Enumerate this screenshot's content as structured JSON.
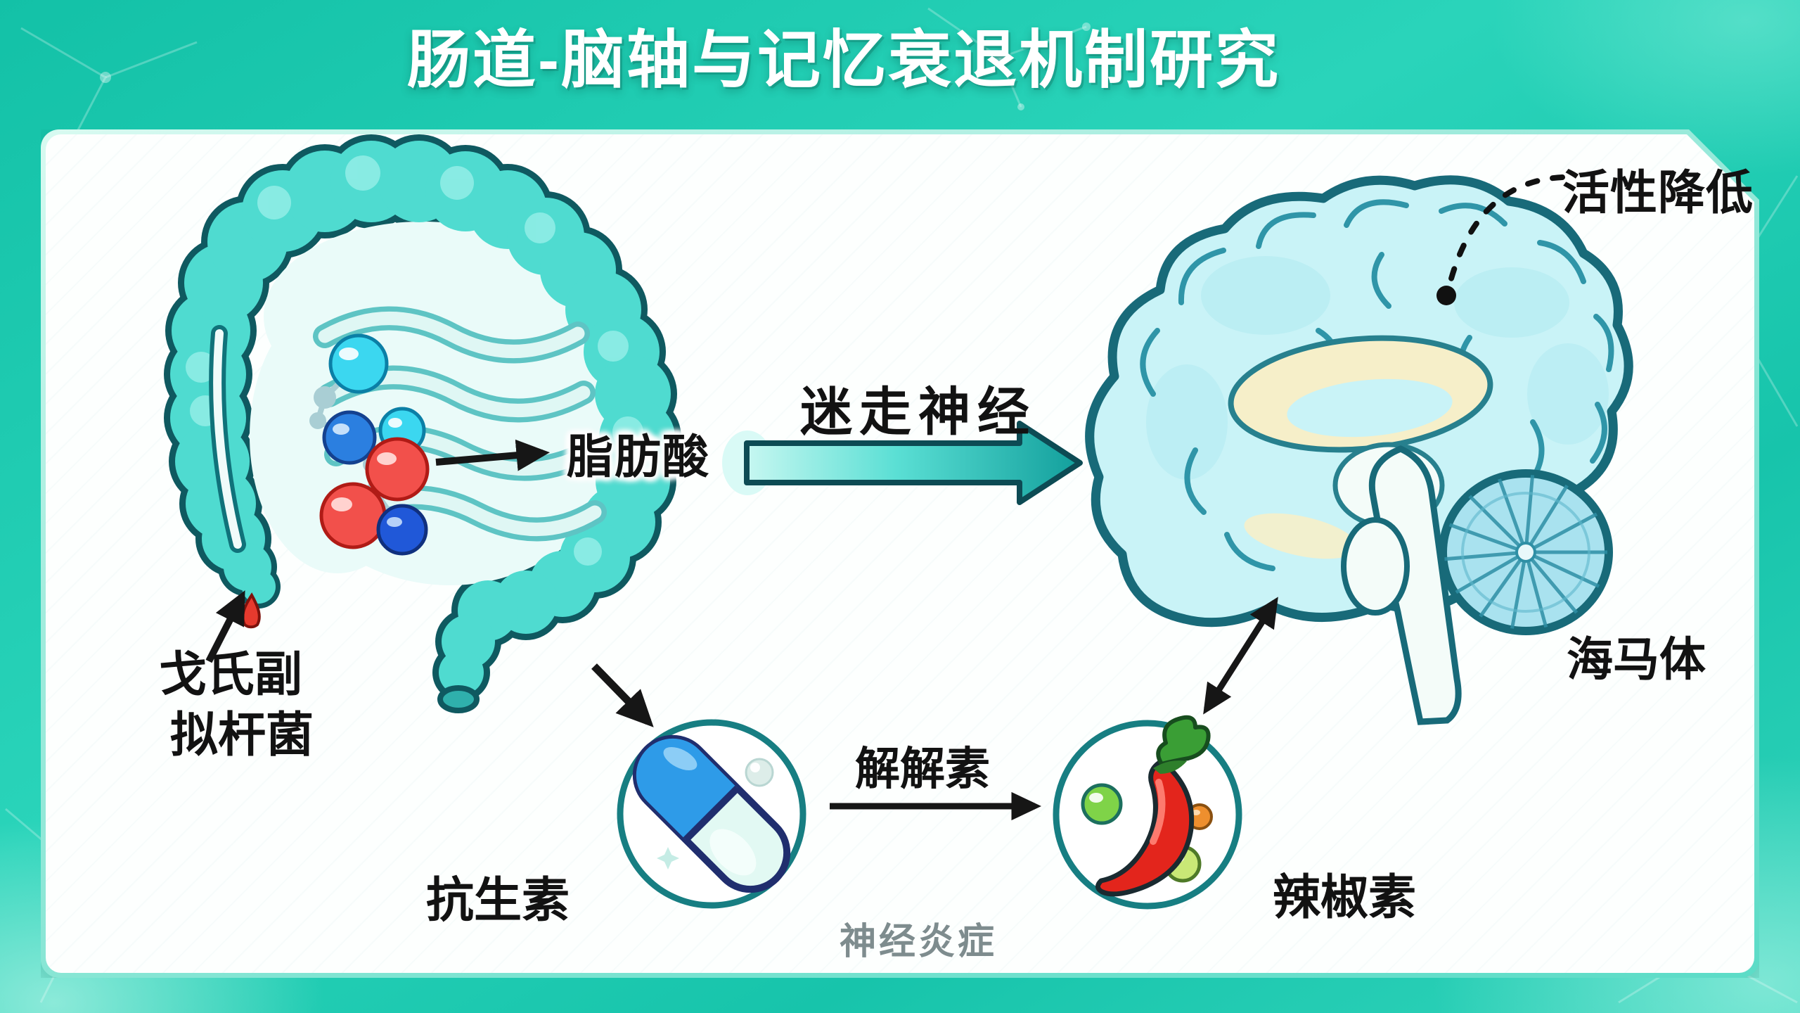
{
  "title": "肠道-脑轴与记忆衰退机制研究",
  "labels": {
    "activity_reduction": "活性降低",
    "vagus_nerve": "迷走神经",
    "fatty_acids": "脂肪酸",
    "bacteria_line1": "戈氏副",
    "bacteria_line2": "拟杆菌",
    "hippocampus": "海马体",
    "antibiotics": "抗生素",
    "resolvin": "解解素",
    "capsaicin": "辣椒素",
    "neuroinflammation": "神经炎症"
  },
  "icons": {
    "gut": "colon-illustration",
    "brain": "brain-illustration",
    "pill": "pill-capsule-icon",
    "chili": "chili-pepper-icon",
    "molecule": "fatty-acid-molecule-icon",
    "droplet": "blood-droplet-icon",
    "vagus_arrow": "vagus-nerve-arrow",
    "activity_dot": "brain-activity-dot"
  },
  "colors": {
    "background_teal": "#1CC8AE",
    "card_white": "#FDFFFE",
    "outline_teal_dark": "#0F5960",
    "gut_teal": "#4FDBD0",
    "brain_fill": "#C9F3F7",
    "corpus_callosum_cream": "#F6EFC9",
    "arrow_black": "#161616",
    "vagus_arrow_teal": "#14ADA6",
    "capsule_blue": "#2E9BE8",
    "chili_red": "#E3251C",
    "ball_red": "#F2504B",
    "ball_blue": "#2B7FE0",
    "ball_cyan": "#3BD7F0",
    "neuroinflammation_gray": "#7E8C8E"
  }
}
